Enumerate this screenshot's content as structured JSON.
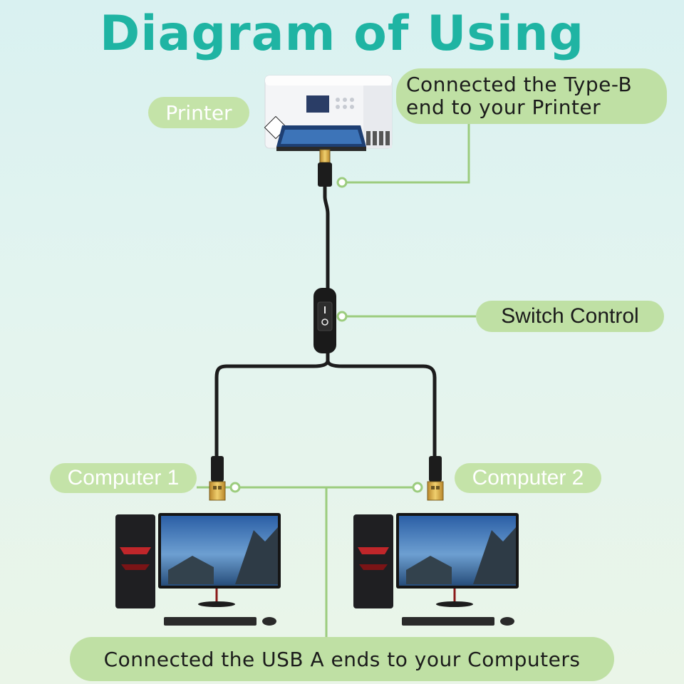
{
  "title": "Diagram of Using",
  "labels": {
    "printer": "Printer",
    "type_b_line1": "Connected the Type-B",
    "type_b_line2": "end to your Printer",
    "switch": "Switch Control",
    "computer1": "Computer 1",
    "computer2": "Computer 2",
    "usb_a": "Connected the USB A ends to your Computers"
  },
  "colors": {
    "title": "#1fb4a3",
    "pill": "#bfe0a4",
    "connector_line": "#9ccc7e",
    "cable": "#1c1c1c",
    "usb_gold": "#d2a83c"
  }
}
